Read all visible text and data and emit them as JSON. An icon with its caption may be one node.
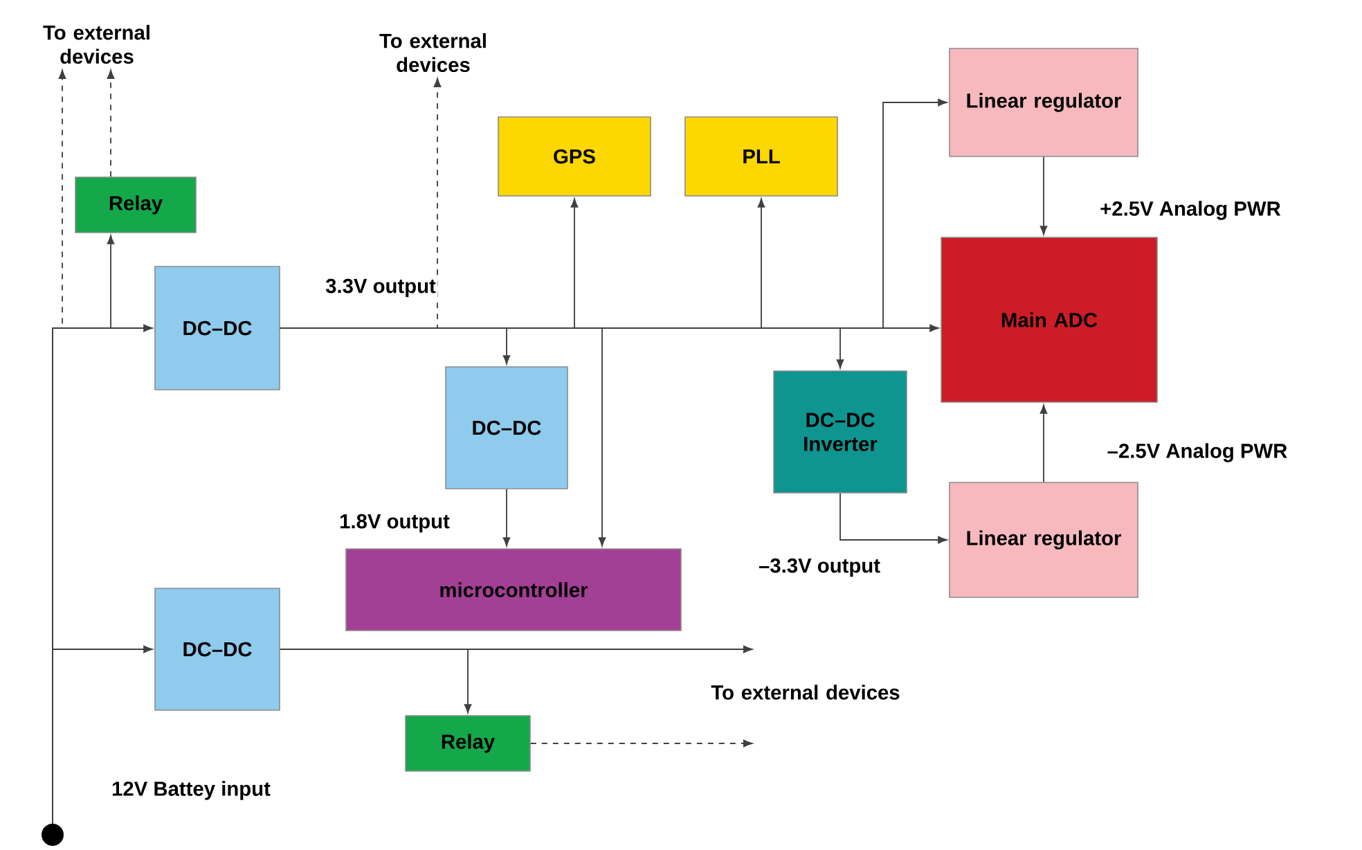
{
  "diagram": {
    "nodes": [
      {
        "text": [
          "To external devices"
        ]
      },
      {
        "text": [
          "To external devices"
        ]
      },
      {
        "text": [
          "GPS"
        ]
      },
      {
        "text": [
          "PLL"
        ]
      },
      {
        "text": [
          "Linear regulator"
        ]
      },
      {
        "text": [
          "Relay"
        ]
      },
      {
        "text": [
          "DC–DC"
        ]
      },
      {
        "text": [
          "Main ADC"
        ]
      },
      {
        "text": [
          "DC–DC"
        ]
      },
      {
        "text": [
          "DC–DC Inverter"
        ]
      },
      {
        "text": [
          "Linear regulator"
        ]
      },
      {
        "text": [
          "microcontroller"
        ]
      },
      {
        "text": [
          "DC–DC"
        ]
      },
      {
        "text": [
          "To external devices"
        ]
      },
      {
        "text": [
          "Relay"
        ]
      },
      {
        "text": [],
        "shape": "circle",
        "beside": [
          "12V Battey input"
        ]
      }
    ],
    "edges": [
      {
        "from": 15,
        "to": 6,
        "arrow": "to"
      },
      {
        "from": 15,
        "to": 12,
        "arrow": "to"
      },
      {
        "from": 15,
        "to": 5,
        "arrow": "to"
      },
      {
        "from": 15,
        "to": 0,
        "arrow": "to",
        "style": "dashed"
      },
      {
        "from": 5,
        "to": 0,
        "arrow": "to",
        "style": "dashed"
      },
      {
        "from": 6,
        "to": 1,
        "arrow": "to",
        "style": "dashed"
      },
      {
        "from": 6,
        "to": 2,
        "arrow": "to"
      },
      {
        "from": 6,
        "to": 3,
        "arrow": "to"
      },
      {
        "from": 6,
        "to": 4,
        "arrow": "to"
      },
      {
        "from": 6,
        "to": 7,
        "arrow": "to",
        "label": "3.3V output"
      },
      {
        "from": 6,
        "to": 8,
        "arrow": "to"
      },
      {
        "from": 6,
        "to": 11,
        "arrow": "to"
      },
      {
        "from": 6,
        "to": 9,
        "arrow": "to"
      },
      {
        "from": 8,
        "to": 11,
        "arrow": "to",
        "label": "1.8V output"
      },
      {
        "from": 9,
        "to": 10,
        "arrow": "to",
        "label": "–3.3V output"
      },
      {
        "from": 4,
        "to": 7,
        "arrow": "to",
        "label": "+2.5V Analog PWR"
      },
      {
        "from": 10,
        "to": 7,
        "arrow": "to",
        "label": "–2.5V Analog PWR"
      },
      {
        "from": 12,
        "to": 13,
        "arrow": "to"
      },
      {
        "from": 12,
        "to": 14,
        "arrow": "to"
      },
      {
        "from": 14,
        "to": 13,
        "arrow": "to",
        "style": "dashed"
      }
    ]
  }
}
